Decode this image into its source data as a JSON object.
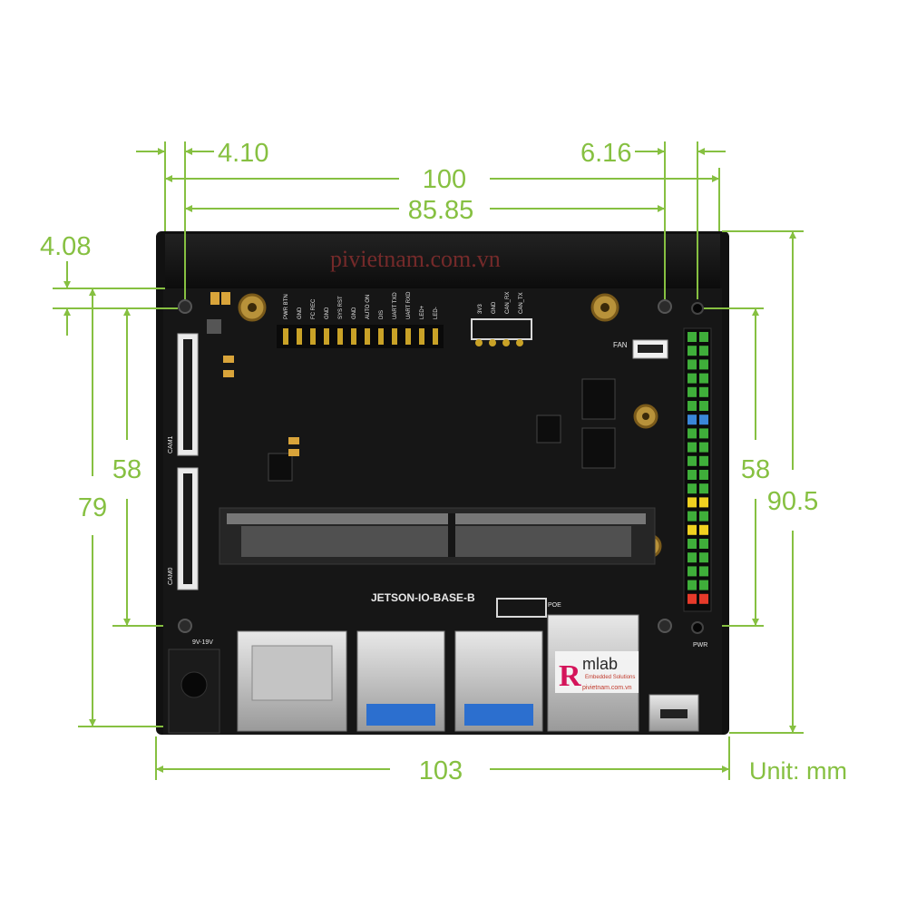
{
  "dimensions": {
    "hole_offset_left": "4.10",
    "hole_offset_right": "6.16",
    "overall_width_top": "100",
    "hole_spacing": "85.85",
    "hole_offset_top": "4.08",
    "left_height": "79",
    "hole_vertical_spacing_left": "58",
    "hole_vertical_spacing_right": "58",
    "overall_height_right": "90.5",
    "overall_width_bottom": "103",
    "unit": "Unit: mm"
  },
  "board": {
    "name": "JETSON-IO-BASE-B",
    "watermark": "pivietnam.com.vn",
    "header_labels": [
      "PWR BTN",
      "GND",
      "FC REC",
      "GND",
      "SYS RST",
      "GND",
      "AUTO ON",
      "DIS",
      "UART TXD",
      "UART RXD",
      "LED+",
      "LED-"
    ],
    "can_labels": [
      "3V3",
      "GND",
      "CAN_RX",
      "CAN_TX"
    ],
    "fan_label": "FAN",
    "poe_label": "POE",
    "pwr_label": "PWR",
    "dc_label": "9V-19V",
    "cam0_label": "CAM0",
    "cam1_label": "CAM1"
  },
  "logo": {
    "mark": "R",
    "name": "mlab",
    "tagline": "Embedded Solutions",
    "site": "pivietnam.com.vn"
  },
  "colors": {
    "dimension_green": "#86c041",
    "pcb_black": "#141414",
    "pin_gold": "#c9a227"
  }
}
